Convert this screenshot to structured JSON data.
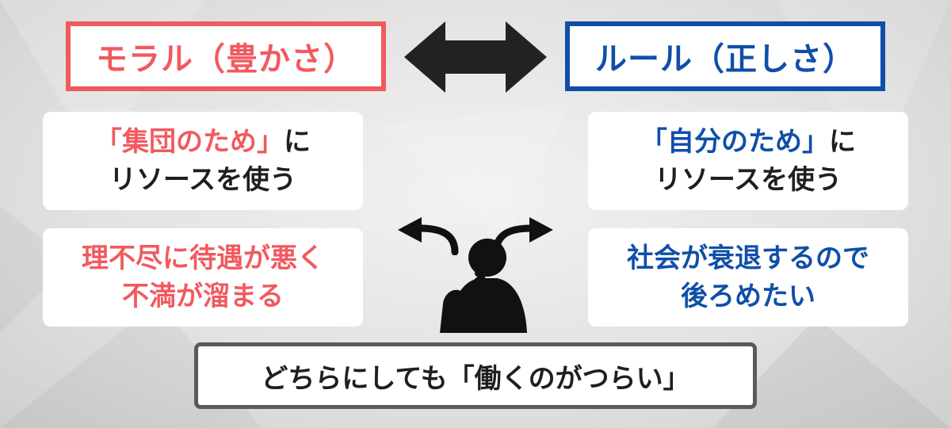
{
  "colors": {
    "red": "#f05a5f",
    "blue": "#0f4fa8",
    "dark": "#1f1f1f",
    "border_gray": "#5a5a5a"
  },
  "left_title": "モラル（豊かさ）",
  "right_title": "ルール（正しさ）",
  "cards": {
    "left_top": {
      "line1_highlight": "「集団のため」",
      "line1_rest": "に",
      "line2": "リソースを使う"
    },
    "right_top": {
      "line1_highlight": "「自分のため」",
      "line1_rest": "に",
      "line2": "リソースを使う"
    },
    "left_bottom": {
      "line1": "理不尽に待遇が悪く",
      "line2": "不満が溜まる"
    },
    "right_bottom": {
      "line1": "社会が衰退するので",
      "line2": "後ろめたい"
    }
  },
  "conclusion": "どちらにしても「働くのがつらい」",
  "icons": [
    "double-arrow-icon",
    "curved-arrow-left-icon",
    "curved-arrow-right-icon",
    "thinking-person-icon"
  ]
}
